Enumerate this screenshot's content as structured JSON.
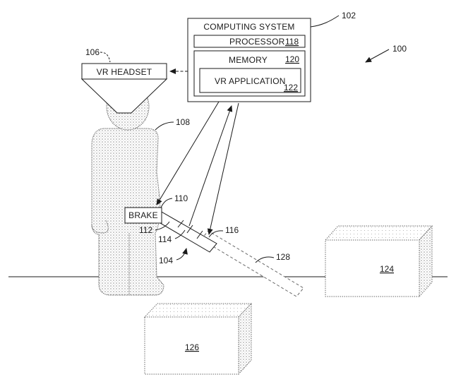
{
  "figure_number": "100",
  "computing_system": {
    "title": "COMPUTING SYSTEM",
    "ref": "102",
    "processor": {
      "label": "PROCESSOR",
      "ref": "118"
    },
    "memory": {
      "label": "MEMORY",
      "ref": "120"
    },
    "vr_application": {
      "label": "VR APPLICATION",
      "ref": "122"
    }
  },
  "vr_headset": {
    "label": "VR HEADSET",
    "ref": "106"
  },
  "user": {
    "ref": "108"
  },
  "controller": {
    "ref": "104",
    "brake_label": "BRAKE",
    "brake_ref": "110",
    "refs": [
      "112",
      "114",
      "116"
    ]
  },
  "virtual_extension": {
    "ref": "128"
  },
  "objects": [
    {
      "ref": "124"
    },
    {
      "ref": "126"
    }
  ],
  "colors": {
    "ink": "#1a1a1a",
    "stipple": "#9a9a9a"
  }
}
